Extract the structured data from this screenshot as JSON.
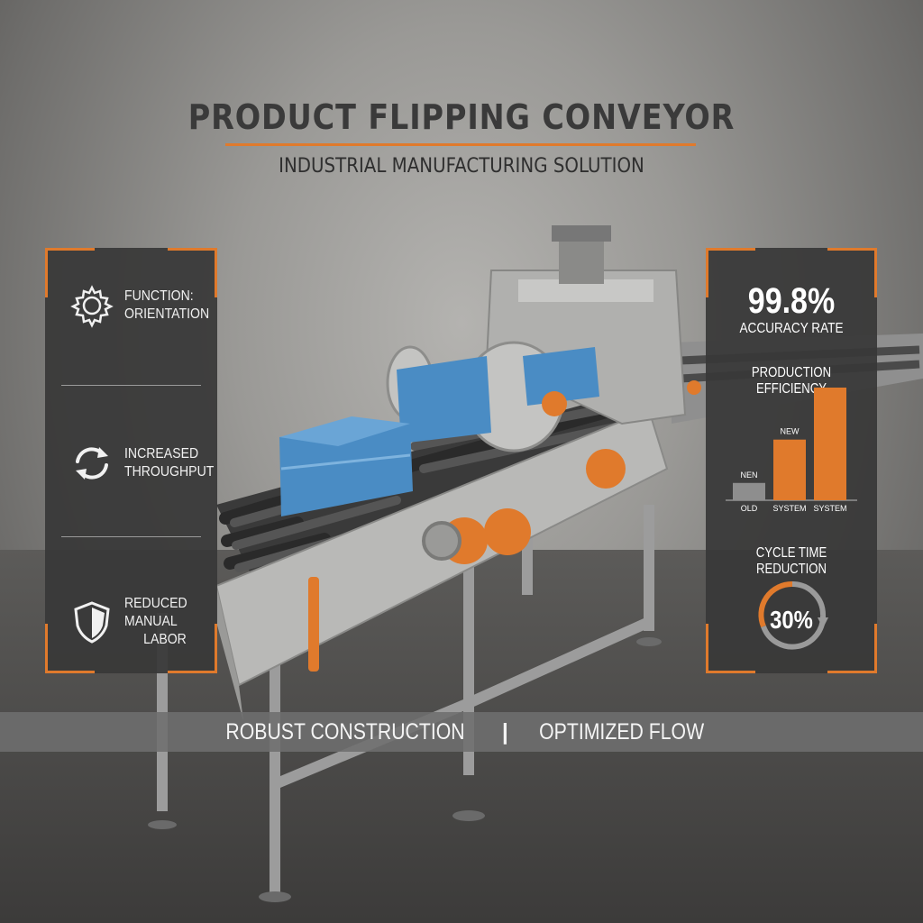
{
  "header": {
    "title": "PRODUCT FLIPPING CONVEYOR",
    "subtitle": "INDUSTRIAL MANUFACTURING SOLUTION"
  },
  "features": [
    {
      "label_line1": "FUNCTION:",
      "label_line2": "ORIENTATION",
      "icon": "gear-icon"
    },
    {
      "label_line1": "INCREASED",
      "label_line2": "THROUGHPUT",
      "icon": "cycle-arrows-icon"
    },
    {
      "label_line1": "REDUCED",
      "label_line2": "MANUAL",
      "label_line3": "LABOR",
      "icon": "shield-icon"
    }
  ],
  "stats": {
    "accuracy_value": "99.8%",
    "accuracy_caption": "ACCURACY RATE",
    "efficiency_title": "PRODUCTION EFFICIENCY",
    "cycle_title": "CYCLE TIME REDUCTION",
    "cycle_value": "30%"
  },
  "chart_data": {
    "type": "bar",
    "title": "PRODUCTION EFFICIENCY",
    "categories": [
      "OLD",
      "SYSTEM",
      "SYSTEM"
    ],
    "bar_labels": [
      "NEN",
      "NEW",
      ""
    ],
    "values": [
      1.0,
      3.5,
      6.5
    ],
    "colors": [
      "#8e8e8e",
      "#e07a2c",
      "#e07a2c"
    ]
  },
  "banner": {
    "left": "ROBUST CONSTRUCTION",
    "separator": "|",
    "right": "OPTIMIZED FLOW"
  },
  "colors": {
    "accent": "#e07a2c",
    "panel": "#383838",
    "box_blue": "#4a8cc4"
  }
}
